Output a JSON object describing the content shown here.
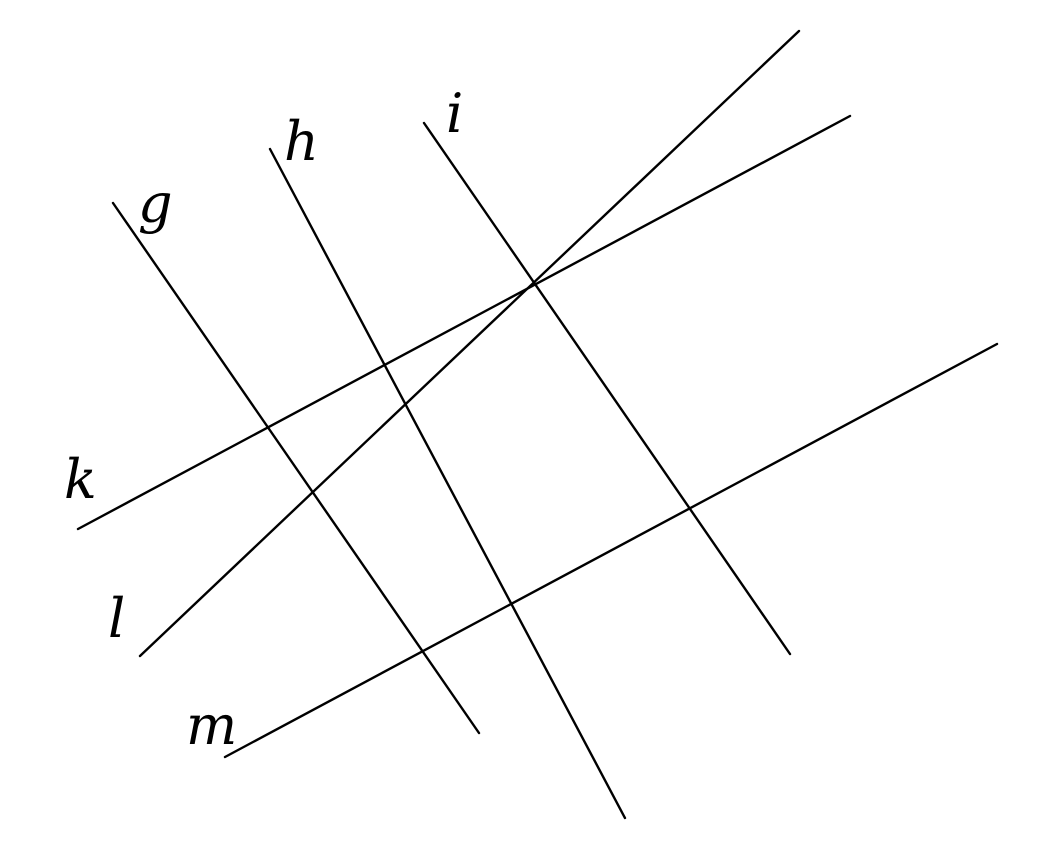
{
  "diagram": {
    "lines": [
      {
        "id": "g",
        "label": "g"
      },
      {
        "id": "h",
        "label": "h"
      },
      {
        "id": "i",
        "label": "i"
      },
      {
        "id": "k",
        "label": "k"
      },
      {
        "id": "l",
        "label": "l"
      },
      {
        "id": "m",
        "label": "m"
      }
    ],
    "colors": {
      "background": "#ffffff",
      "ink": "#000000"
    }
  }
}
